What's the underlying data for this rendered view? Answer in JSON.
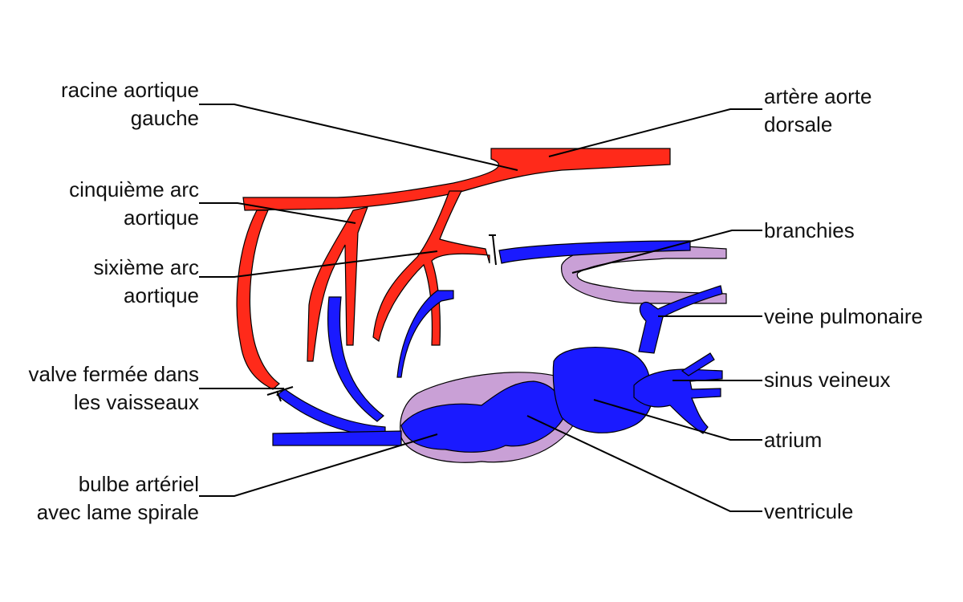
{
  "labels": {
    "racine_aortique_gauche": [
      "racine aortique",
      "gauche"
    ],
    "cinquieme_arc": [
      "cinquième arc",
      "aortique"
    ],
    "sixieme_arc": [
      "sixième arc",
      "aortique"
    ],
    "valve": [
      "valve fermée dans",
      "les vaisseaux"
    ],
    "bulbe": [
      "bulbe artériel",
      "avec lame spirale"
    ],
    "artere_aorte_dorsale": [
      "artère aorte",
      "dorsale"
    ],
    "branchies": "branchies",
    "veine_pulmonaire": "veine pulmonaire",
    "sinus_veineux": "sinus veineux",
    "atrium": "atrium",
    "ventricule": "ventricule"
  },
  "colors": {
    "artery": "#ff2a1a",
    "vein": "#1a1aff",
    "tissue": "#c9a0d6",
    "leader": "#000000"
  }
}
